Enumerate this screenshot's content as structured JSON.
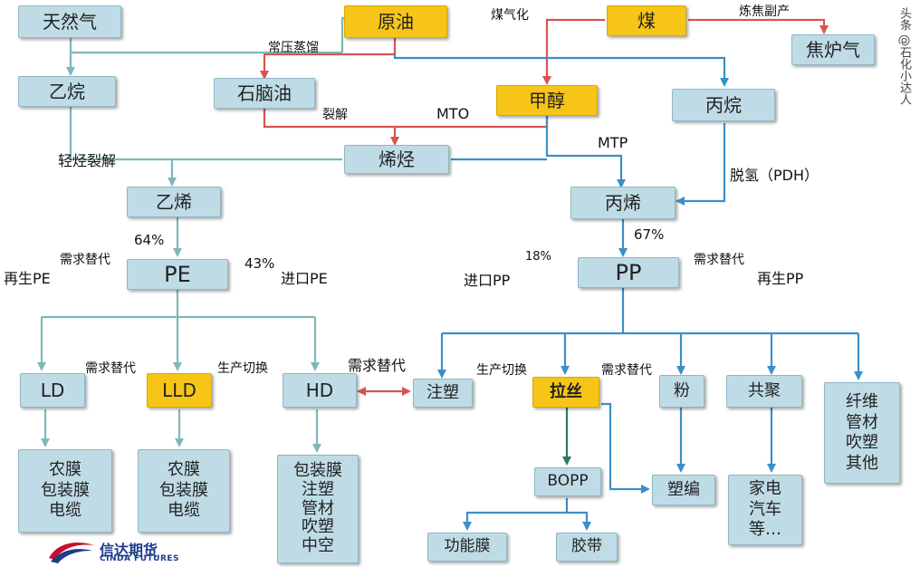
{
  "colors": {
    "box": "#bfdce6",
    "highlight": "#f7c518",
    "red_line": "#d9534f",
    "blue_line": "#3a8fc8",
    "teal_line": "#7fb8b8",
    "green_line": "#2f7a5a"
  },
  "nodes": {
    "natural_gas": "天然气",
    "crude_oil": "原油",
    "coal": "煤",
    "coke_gas": "焦炉气",
    "ethane": "乙烷",
    "naphtha": "石脑油",
    "methanol": "甲醇",
    "propane": "丙烷",
    "olefins": "烯烃",
    "ethylene": "乙烯",
    "propylene": "丙烯",
    "pe": "PE",
    "pp": "PP",
    "ld": "LD",
    "lld": "LLD",
    "hd": "HD",
    "injection": "注塑",
    "drawing": "拉丝",
    "powder": "粉",
    "copolymer": "共聚",
    "fiber_group": "纤维\n管材\n吹塑\n其他",
    "ld_uses": "农膜\n包装膜\n电缆",
    "lld_uses": "农膜\n包装膜\n电缆",
    "hd_uses": "包装膜\n注塑\n管材\n吹塑\n中空",
    "bopp": "BOPP",
    "woven": "塑编",
    "copolymer_uses": "家电\n汽车\n等…",
    "functional_film": "功能膜",
    "tape": "胶带"
  },
  "labels": {
    "atm_distill": "常压蒸馏",
    "coal_gasify": "煤气化",
    "coking_byproduct": "炼焦副产",
    "cracking": "裂解",
    "mto": "MTO",
    "mtp": "MTP",
    "light_cracking": "轻烃裂解",
    "pdh": "脱氢（PDH）",
    "pe_share": "64%",
    "pp_share": "67%",
    "pe_import_share": "43%",
    "pp_import_share": "18%",
    "pe_demand_sub": "需求替代",
    "pe_recycled": "再生PE",
    "pe_import": "进口PE",
    "pp_import": "进口PP",
    "pp_demand_sub": "需求替代",
    "pp_recycled": "再生PP",
    "ld_lld_sub": "需求替代",
    "lld_hd_switch": "生产切换",
    "hd_inj_sub": "需求替代",
    "inj_draw_switch": "生产切换",
    "draw_powder_sub": "需求替代"
  },
  "watermark": "头条 @石化小达人",
  "logo": {
    "cn": "信达期货",
    "en": "CINDA FUTURES"
  }
}
